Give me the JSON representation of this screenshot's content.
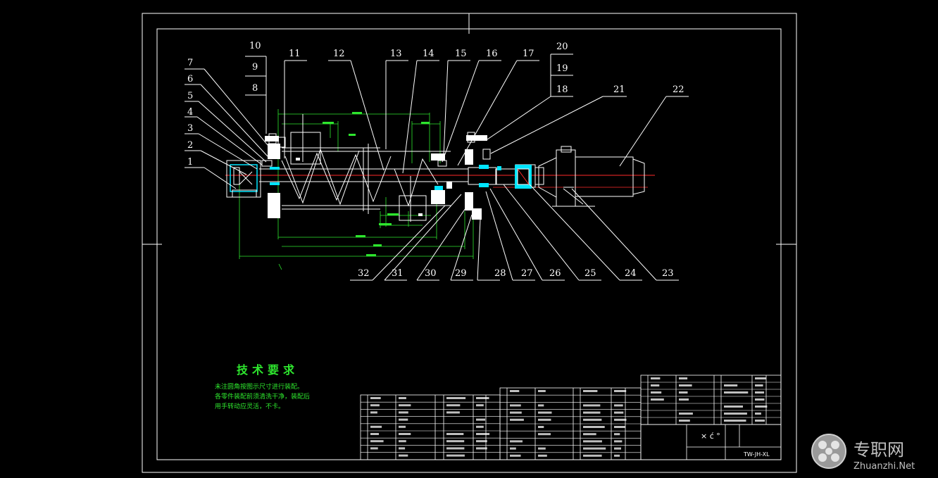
{
  "balloons_top": [
    "10",
    "9",
    "8",
    "11",
    "12",
    "13",
    "14",
    "15",
    "16",
    "17",
    "20",
    "19",
    "18",
    "21",
    "22"
  ],
  "balloons_left": [
    "7",
    "6",
    "5",
    "4",
    "3",
    "2",
    "1"
  ],
  "balloons_bottom": [
    "32",
    "31",
    "30",
    "29",
    "28",
    "27",
    "26",
    "25",
    "24",
    "23"
  ],
  "tech_requirements": {
    "title": "技术要求",
    "lines": [
      "未注圆角按图示尺寸进行装配。",
      "各零件装配前须清洗干净，装配后",
      "用手转动应灵活，不卡。"
    ]
  },
  "title_block": {
    "drawing_no": "TW-JH-XL",
    "scale_mark": "×  ć °"
  },
  "watermark": {
    "cn": "专职网",
    "en": "Zhuanzhi.Net"
  },
  "colors": {
    "background": "#000000",
    "line": "#ffffff",
    "dimension": "#2ee62e",
    "centerline": "#ff2a2a",
    "part": "#00e5ff"
  }
}
